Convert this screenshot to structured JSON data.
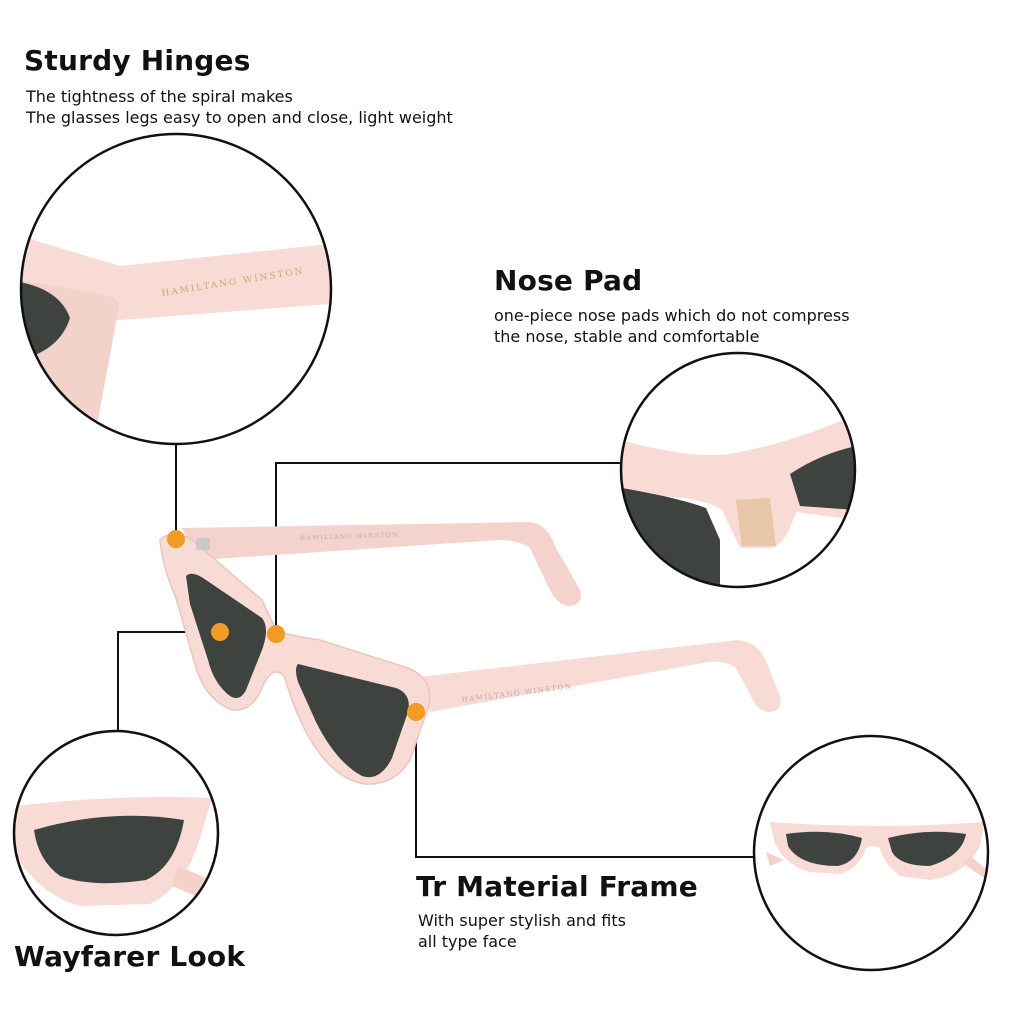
{
  "features": {
    "hinges": {
      "title": "Sturdy Hinges",
      "lines": [
        "The tightness of the spiral makes",
        "The glasses legs easy to open and close, light weight"
      ]
    },
    "nose_pad": {
      "title": "Nose Pad",
      "lines": [
        "one-piece nose pads which do not compress",
        "the nose, stable and comfortable"
      ]
    },
    "frame": {
      "title": "Tr Material Frame",
      "lines": [
        "With super stylish and fits",
        "all type face"
      ]
    },
    "wayfarer": {
      "title": "Wayfarer Look"
    }
  },
  "temple_engraving": "HAMILTANO WINSTON",
  "colors": {
    "frame_pink": "#f6d9d2",
    "lens_dark": "#3e4340",
    "marker_orange": "#f29a22",
    "line_black": "#111111"
  }
}
